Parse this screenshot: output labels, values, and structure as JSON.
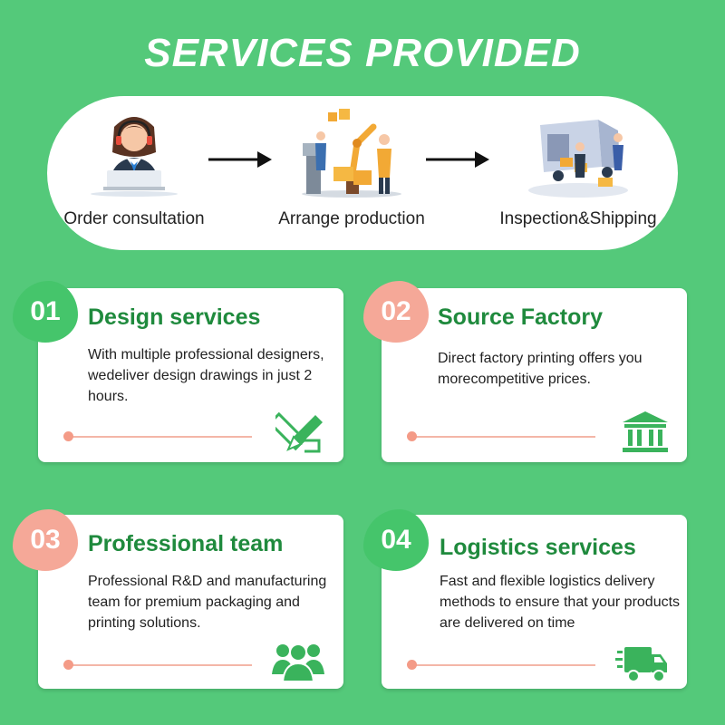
{
  "title": "SERVICES PROVIDED",
  "steps": [
    {
      "label": "Order consultation",
      "icon": "customer-service-icon"
    },
    {
      "label": "Arrange production",
      "icon": "factory-robot-icon"
    },
    {
      "label": "Inspection&Shipping",
      "icon": "shipping-truck-icon"
    }
  ],
  "cards": [
    {
      "number": "01",
      "title": "Design services",
      "text": "With multiple professional designers, wedeliver design drawings in just 2 hours.",
      "icon": "pencil-ruler-icon",
      "blob_color": "#45c56b"
    },
    {
      "number": "02",
      "title": "Source Factory",
      "text": "Direct factory printing offers you morecompetitive prices.",
      "icon": "bank-building-icon",
      "blob_color": "#f5a898"
    },
    {
      "number": "03",
      "title": "Professional team",
      "text": "Professional R&D and manufacturing team for premium packaging and printing solutions.",
      "icon": "team-icon",
      "blob_color": "#f5a898"
    },
    {
      "number": "04",
      "title": "Logistics services",
      "text": "Fast and flexible logistics delivery methods to ensure that your products are delivered on time",
      "icon": "delivery-truck-icon",
      "blob_color": "#45c56b"
    }
  ],
  "colors": {
    "background": "#54c97a",
    "accent_green": "#1f8a3d",
    "accent_pink": "#f5a898"
  }
}
